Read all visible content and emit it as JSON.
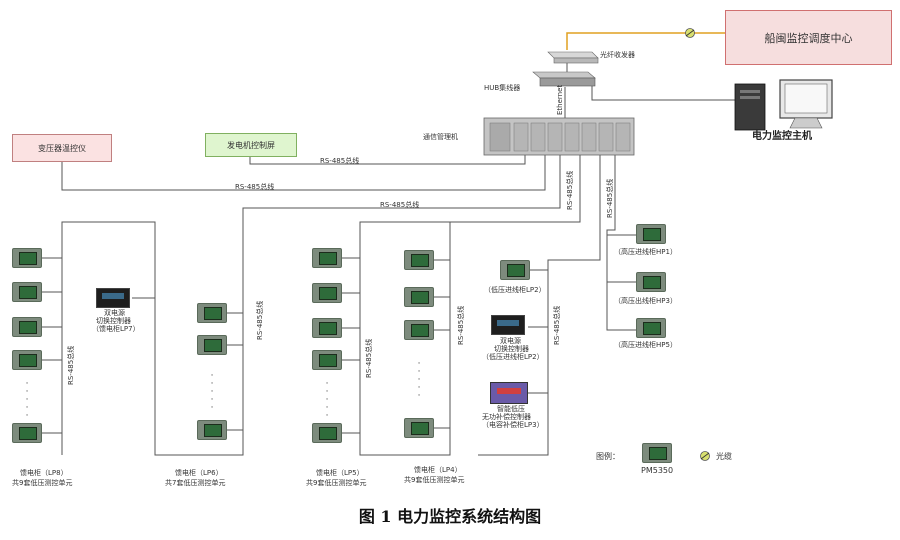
{
  "boxes": {
    "ship_center": "船闽监控调度中心",
    "transformer": "变压器温控仪",
    "generator": "发电机控制屏"
  },
  "devices": {
    "fiber_transceiver": "光纤收发器",
    "hub": "HUB集线器",
    "ethernet": "Ethernet",
    "comm_manager": "通信管理机",
    "power_host": "电力监控主机"
  },
  "bus_labels": {
    "rs485_1": "RS-485总线",
    "rs485_2": "RS-485总线",
    "rs485_3": "RS-485总线",
    "rs485_v_a": "RS-485总线",
    "rs485_v_b": "RS-485总线",
    "rs485_v_lp8": "RS-485总线",
    "rs485_v_lp6": "RS-485总线",
    "rs485_v_lp5": "RS-485总线",
    "rs485_v_lp4": "RS-485总线",
    "rs485_v_lp2": "RS-485总线"
  },
  "panels": {
    "lp8": {
      "line1": "馈电柜（LP8）",
      "line2": "共9套低压测控单元"
    },
    "lp6": {
      "line1": "馈电柜（LP6）",
      "line2": "共7套低压测控单元"
    },
    "lp5": {
      "line1": "馈电柜（LP5）",
      "line2": "共9套低压测控单元"
    },
    "lp4": {
      "line1": "馈电柜（LP4）",
      "line2": "共9套低压测控单元"
    }
  },
  "lp7": {
    "line1": "双电源",
    "line2": "切换控制器",
    "line3": "（馈电柜LP7）"
  },
  "lp2": {
    "incoming": "（低压进线柜LP2）",
    "switch_l1": "双电源",
    "switch_l2": "切换控制器",
    "switch_l3": "（低压进线柜LP2）"
  },
  "lp3": {
    "line1": "智能低压",
    "line2": "无功补偿控制器",
    "line3": "（电容补偿柜LP3）"
  },
  "hv": {
    "hp1": "（高压进线柜HP1）",
    "hp3": "（高压出线柜HP3）",
    "hp5": "（高压进线柜HP5）"
  },
  "legend": {
    "title": "图例：",
    "meter": "PM5350",
    "fiber": "光缆"
  },
  "caption": "图 1  电力监控系统结构图",
  "colors": {
    "ship_center_fill": "#f6dede",
    "ship_center_border": "#d07070",
    "transformer_fill": "#fbe2e2",
    "generator_fill": "#dff5cf",
    "fiber": "#e0a020",
    "line": "#555555"
  }
}
